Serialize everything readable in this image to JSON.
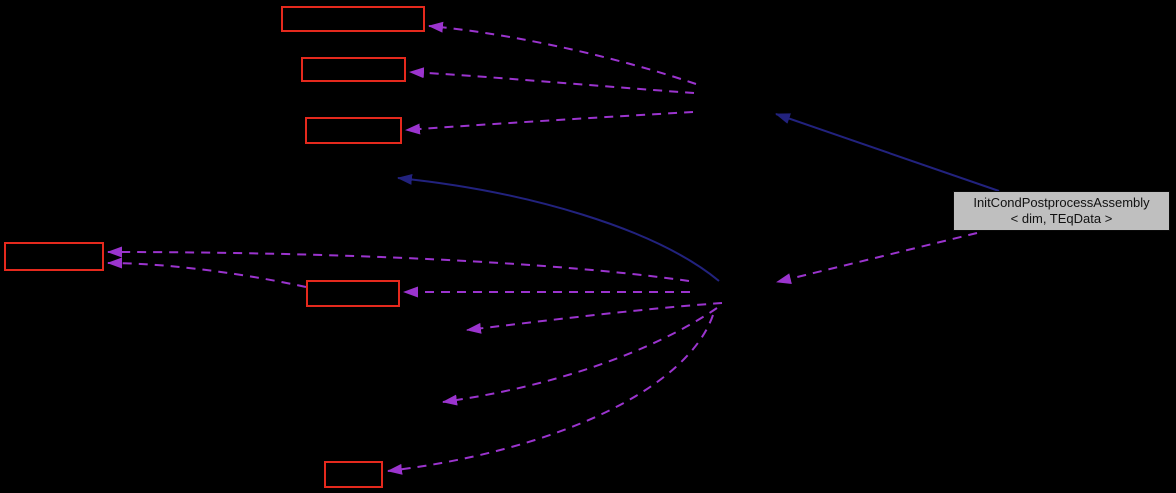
{
  "diagram": {
    "type": "collaboration-graph",
    "background_color": "#000000",
    "main_node": {
      "label_line1": "InitCondPostprocessAssembly",
      "label_line2": "< dim, TEqData >",
      "fill_color": "#BFBFBF",
      "border_color": "#0A0A0A",
      "text_color": "#111111"
    },
    "unlabeled_nodes": {
      "count": 6,
      "border_color": "#E5291D",
      "fill": "none"
    },
    "edges": {
      "solid_inheritance_color": "#22227E",
      "dashed_usage_color": "#9B34CE",
      "solid_count": 2,
      "dashed_count": 10
    }
  }
}
